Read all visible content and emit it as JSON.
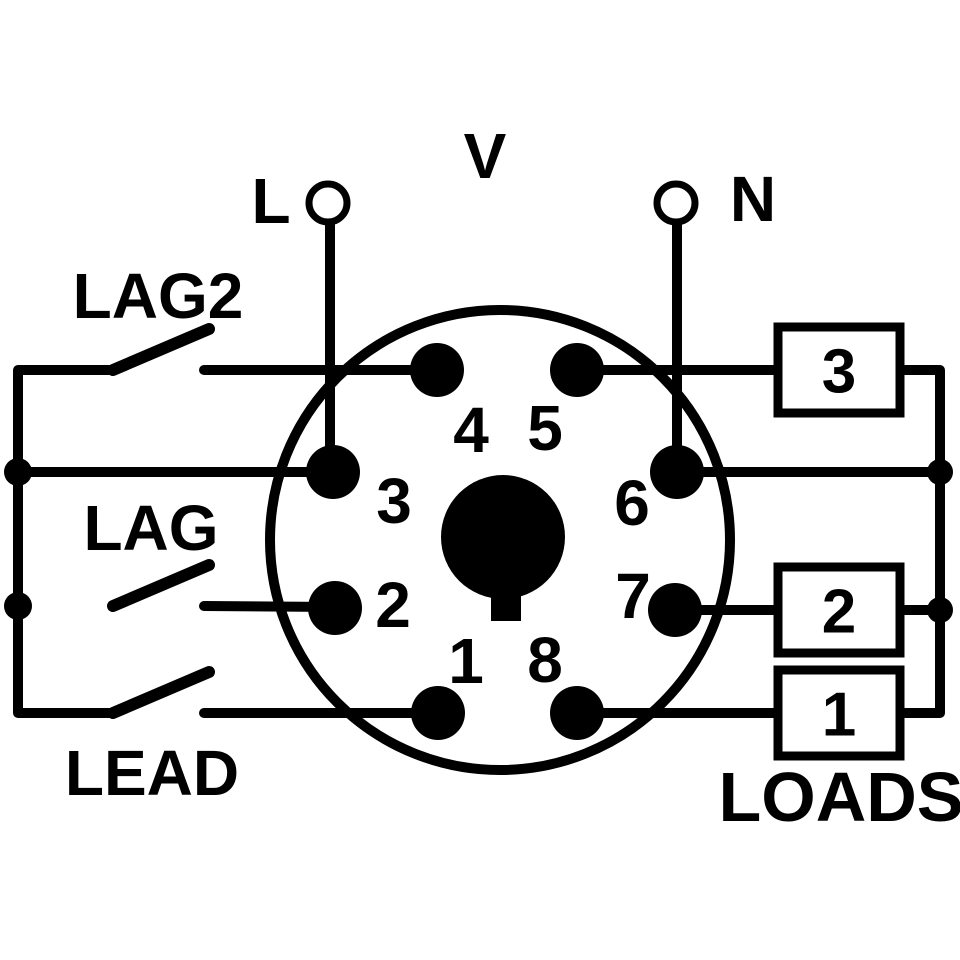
{
  "colors": {
    "ink": "#000000",
    "paper": "#ffffff"
  },
  "supply": {
    "voltage_label": "V",
    "live_label": "L",
    "neutral_label": "N"
  },
  "switches": {
    "lag2_label": "LAG2",
    "lag_label": "LAG",
    "lead_label": "LEAD"
  },
  "socket": {
    "pin_labels": {
      "p1": "1",
      "p2": "2",
      "p3": "3",
      "p4": "4",
      "p5": "5",
      "p6": "6",
      "p7": "7",
      "p8": "8"
    }
  },
  "loads": {
    "section_label": "LOADS",
    "load3_label": "3",
    "load2_label": "2",
    "load1_label": "1"
  }
}
